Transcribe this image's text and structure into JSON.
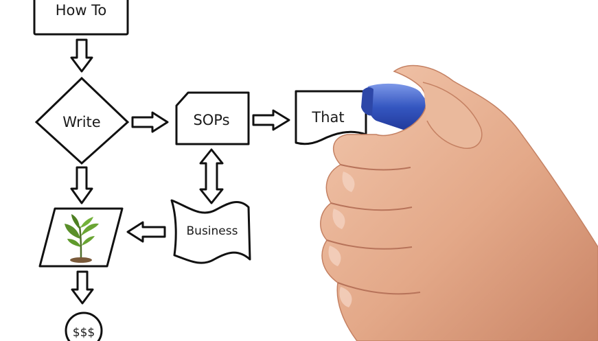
{
  "flowchart": {
    "nodes": {
      "how_to": "How To",
      "write": "Write",
      "sops": "SOPs",
      "that": "That",
      "business": "Business",
      "money": "$$$"
    },
    "image_icon": "plant-sprout-icon"
  },
  "colors": {
    "stroke": "#111111",
    "marker": "#3a5fc4",
    "skin": "#e8b496",
    "leaf": "#5a8f2a"
  }
}
